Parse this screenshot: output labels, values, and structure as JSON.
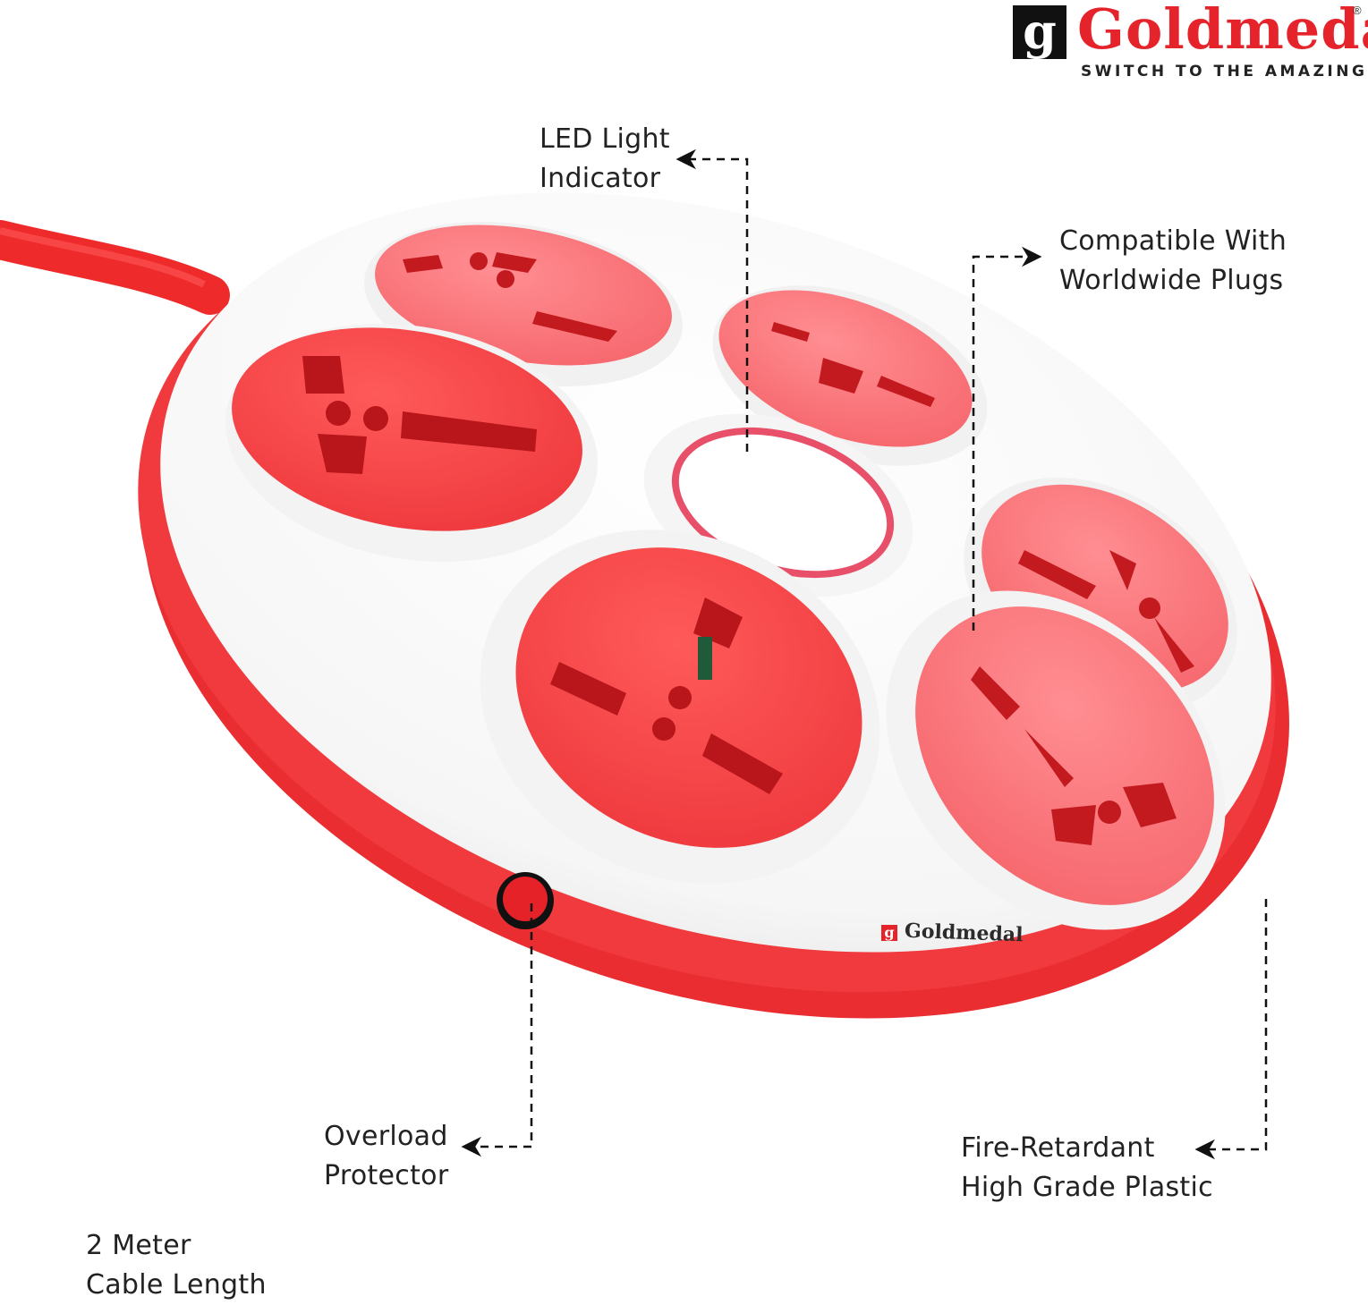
{
  "brand": {
    "mark": "g",
    "name": "Goldmedal",
    "registered": "®",
    "tagline": "SWITCH TO THE AMAZING"
  },
  "device_logo": {
    "mark": "g",
    "name": "Goldmedal"
  },
  "callouts": {
    "led": {
      "line1": "LED Light",
      "line2": "Indicator"
    },
    "plugs": {
      "line1": "Compatible With",
      "line2": "Worldwide Plugs"
    },
    "overload": {
      "line1": "Overload",
      "line2": "Protector"
    },
    "plastic": {
      "line1": "Fire-Retardant",
      "line2": "High Grade Plastic"
    },
    "cable": {
      "line1": "2 Meter",
      "line2": "Cable Length"
    }
  },
  "colors": {
    "brand_red": "#e4232a",
    "socket_red": "#f2474a",
    "body_white": "#ffffff",
    "cable_red": "#ee2a2a"
  },
  "icons": [
    "goldmedal-logo-icon",
    "arrow-left-icon",
    "arrow-right-icon"
  ]
}
